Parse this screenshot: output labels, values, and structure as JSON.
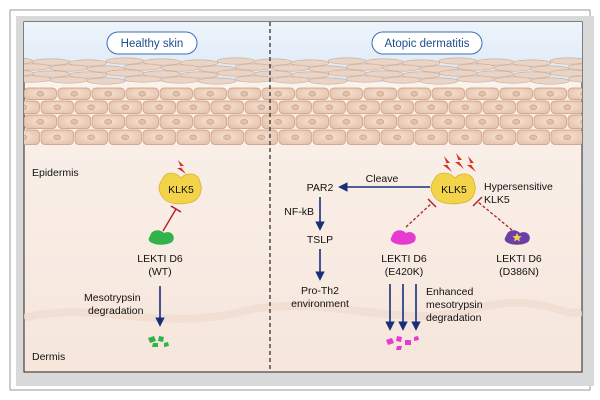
{
  "panels": {
    "left": {
      "title": "Healthy skin"
    },
    "right": {
      "title": "Atopic dermatitis"
    }
  },
  "layers": {
    "epidermis": "Epidermis",
    "dermis": "Dermis"
  },
  "left": {
    "enzyme": "KLK5",
    "inhibitor": {
      "line1": "LEKTI D6",
      "line2": "(WT)"
    },
    "process": {
      "line1": "Mesotrypsin",
      "line2": "degradation"
    }
  },
  "right": {
    "enzyme": "KLK5",
    "enzyme_note": {
      "line1": "Hypersensitive",
      "line2": "KLK5"
    },
    "cleave_label": "Cleave",
    "pathway": {
      "receptor": "PAR2",
      "mediator": "NF-kB",
      "cytokine": "TSLP",
      "outcome": {
        "line1": "Pro-Th2",
        "line2": "environment"
      }
    },
    "inhibitor_a": {
      "line1": "LEKTI D6",
      "line2": "(E420K)"
    },
    "inhibitor_b": {
      "line1": "LEKTI D6",
      "line2": "(D386N)"
    },
    "process": {
      "line1": "Enhanced",
      "line2": "mesotrypsin",
      "line3": "degradation"
    }
  },
  "colors": {
    "enzyme": "#f3d34a",
    "wt_inhibitor": "#2fb34a",
    "e420k_inhibitor": "#e63ad0",
    "d386n_inhibitor": "#6a3fa6",
    "arrow": "#1a2f7a",
    "inhibition": "#b0202a",
    "spark": "#d8312b"
  }
}
